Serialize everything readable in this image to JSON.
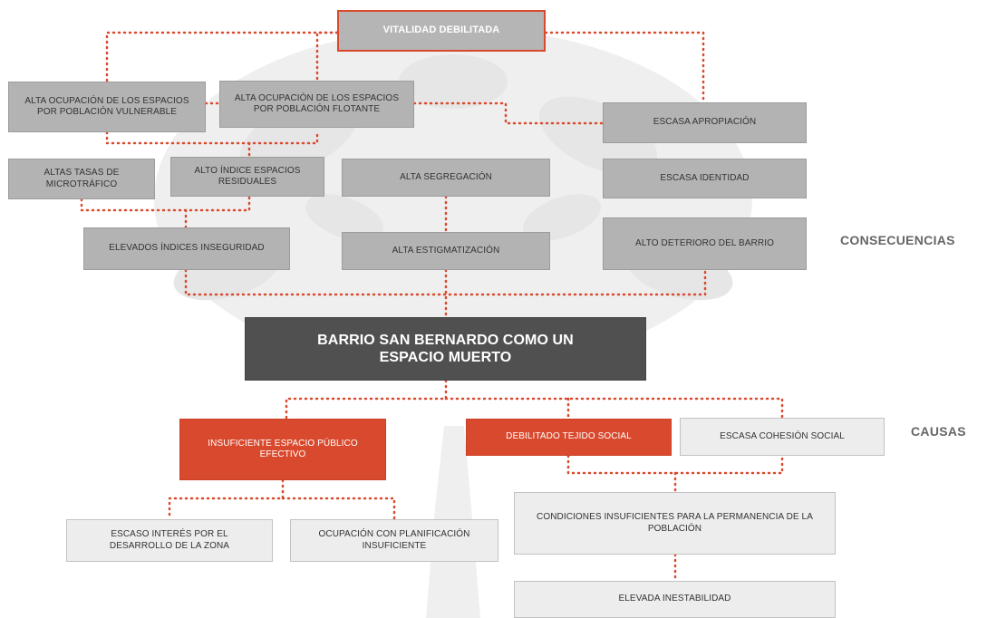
{
  "colors": {
    "accent": "#d9492e",
    "gray_box": "#b3b3b3",
    "light_box": "#ededed",
    "core_box": "#505050",
    "label": "#666666"
  },
  "labels": {
    "consequences": "CONSECUENCIAS",
    "causes": "CAUSAS"
  },
  "core": {
    "text": "BARRIO SAN BERNARDO COMO UN ESPACIO MUERTO"
  },
  "consequences": {
    "vitalidad": "VITALIDAD DEBILITADA",
    "ocupacion_vulnerable": "ALTA OCUPACIÓN DE LOS ESPACIOS POR POBLACIÓN VULNERABLE",
    "ocupacion_flotante": "ALTA OCUPACIÓN DE LOS ESPACIOS POR POBLACIÓN FLOTANTE",
    "escasa_apropiacion": "ESCASA APROPIACIÓN",
    "microtrafico": "ALTAS TASAS DE MICROTRÁFICO",
    "espacios_residuales": "ALTO ÍNDICE ESPACIOS RESIDUALES",
    "segregacion": "ALTA SEGREGACIÓN",
    "escasa_identidad": "ESCASA IDENTIDAD",
    "inseguridad": "ELEVADOS ÍNDICES INSEGURIDAD",
    "estigmatizacion": "ALTA ESTIGMATIZACIÓN",
    "deterioro": "ALTO DETERIORO DEL BARRIO"
  },
  "causes": {
    "espacio_publico": "INSUFICIENTE ESPACIO PÚBLICO EFECTIVO",
    "tejido_social": "DEBILITADO TEJIDO SOCIAL",
    "cohesion_social": "ESCASA COHESIÓN SOCIAL",
    "interes_desarrollo": "ESCASO INTERÉS POR EL DESARROLLO DE LA ZONA",
    "ocupacion_planificacion": "OCUPACIÓN CON PLANIFICACIÓN INSUFICIENTE",
    "condiciones_permanencia": "CONDICIONES INSUFICIENTES PARA LA PERMANENCIA DE LA POBLACIÓN",
    "inestabilidad": "ELEVADA INESTABILIDAD"
  }
}
